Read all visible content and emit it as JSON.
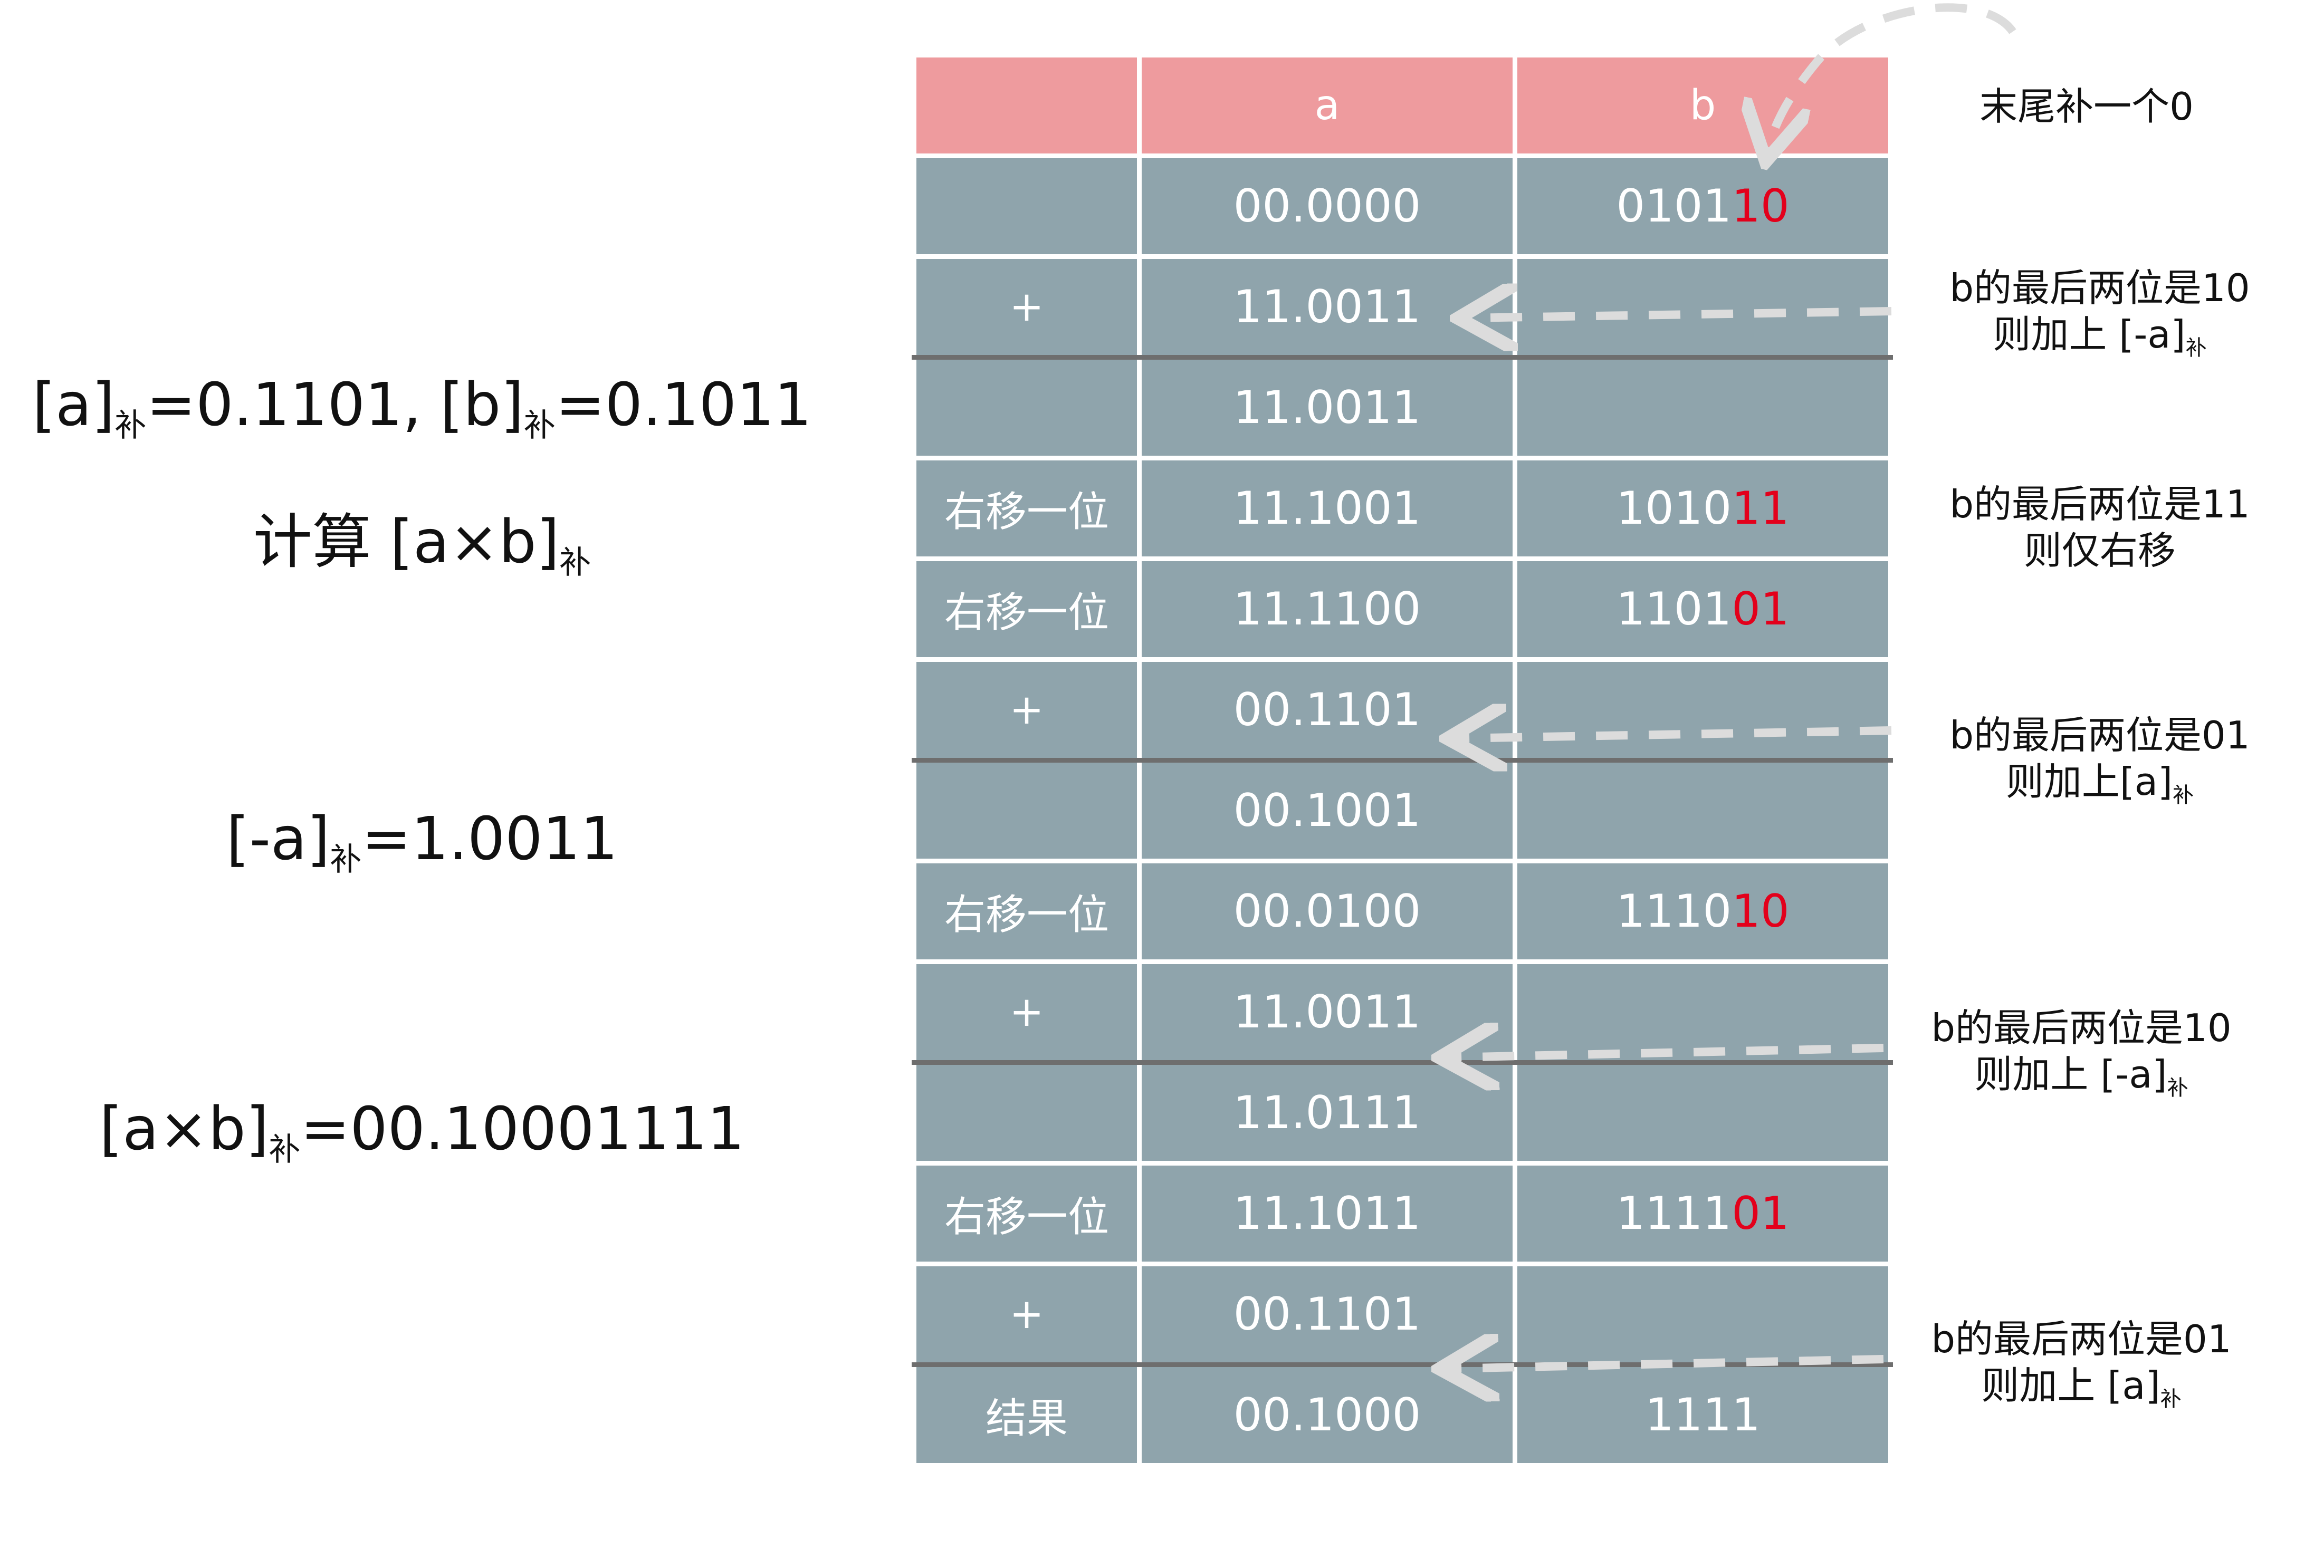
{
  "left_panel": {
    "given_a": "[a]",
    "given_a_val": "=0.1101,",
    "given_b": "[b]",
    "given_b_val": "=0.1011",
    "compute_prefix": "计算",
    "compute_expr": "[a×b]",
    "neg_a": "[-a]",
    "neg_a_val": "=1.0011",
    "result": "[a×b]",
    "result_val": "=00.10001111",
    "sub": "补"
  },
  "table": {
    "headers": [
      "",
      "a",
      "b"
    ],
    "rows": [
      {
        "op": "",
        "a": "00.0000",
        "b_plain": "0101",
        "b_hl": "10",
        "style": "normal"
      },
      {
        "op": "+",
        "a": "11.0011",
        "b_plain": "",
        "b_hl": "",
        "style": "add"
      },
      {
        "op": "",
        "a": "11.0011",
        "b_plain": "",
        "b_hl": "",
        "style": "normal"
      },
      {
        "op": "右移一位",
        "a": "11.1001",
        "b_plain": "1010",
        "b_hl": "11",
        "style": "normal"
      },
      {
        "op": "右移一位",
        "a": "11.1100",
        "b_plain": "1101",
        "b_hl": "01",
        "style": "normal"
      },
      {
        "op": "+",
        "a": "00.1101",
        "b_plain": "",
        "b_hl": "",
        "style": "add"
      },
      {
        "op": "",
        "a": "00.1001",
        "b_plain": "",
        "b_hl": "",
        "style": "normal"
      },
      {
        "op": "右移一位",
        "a": "00.0100",
        "b_plain": "1110",
        "b_hl": "10",
        "style": "normal"
      },
      {
        "op": "+",
        "a": "11.0011",
        "b_plain": "",
        "b_hl": "",
        "style": "add"
      },
      {
        "op": "",
        "a": "11.0111",
        "b_plain": "",
        "b_hl": "",
        "style": "normal"
      },
      {
        "op": "右移一位",
        "a": "11.1011",
        "b_plain": "1111",
        "b_hl": "01",
        "style": "normal"
      },
      {
        "op": "+",
        "a": "00.1101",
        "b_plain": "",
        "b_hl": "",
        "style": "add"
      },
      {
        "op": "结果",
        "a": "00.1000",
        "b_plain": "1111",
        "b_hl": "",
        "style": "normal"
      }
    ]
  },
  "notes": {
    "pad_zero": "末尾补一个0",
    "n1_line1": "b的最后两位是10",
    "n1_line2": "则加上 [-a]",
    "n2_line1": "b的最后两位是11",
    "n2_line2": "则仅右移",
    "n3_line1": "b的最后两位是01",
    "n3_line2": "则加上[a]",
    "n4_line1": "b的最后两位是10",
    "n4_line2": "则加上 [-a]",
    "n5_line1": "b的最后两位是01",
    "n5_line2": "则加上 [a]",
    "sub": "补"
  },
  "colors": {
    "header_bg": "#ee9b9e",
    "cell_bg": "#8fa4ac",
    "highlight_bits": "#e3001b",
    "arrow": "#dcdcdc",
    "separator": "#6e6e6e"
  }
}
